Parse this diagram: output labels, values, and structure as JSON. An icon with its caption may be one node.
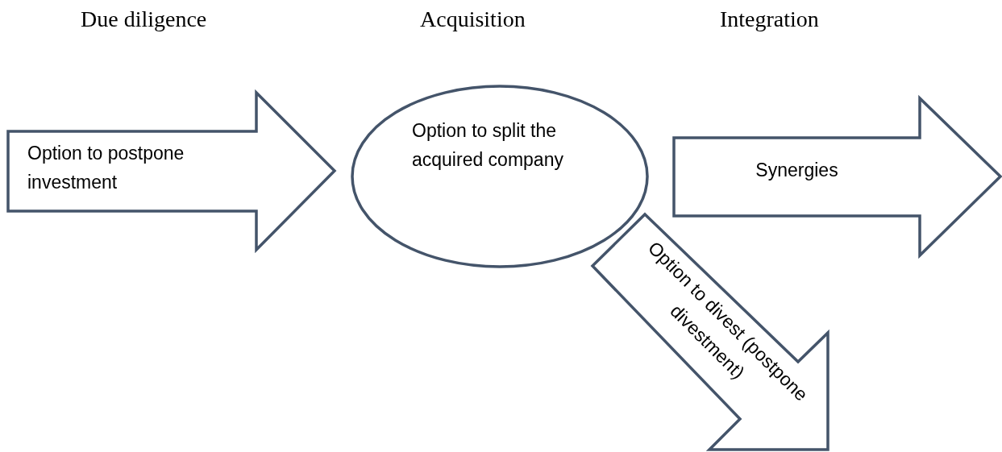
{
  "diagram": {
    "nodes": [
      {
        "text": [
          "Option to postpone investment"
        ]
      },
      {
        "text": [
          "Option to split the acquired company"
        ]
      },
      {
        "text": [
          "Synergies"
        ]
      },
      {
        "text": [
          "Option to divest (postpone divestment)"
        ]
      }
    ],
    "labels": [
      "Due diligence",
      "Acquisition",
      "Integration"
    ]
  }
}
